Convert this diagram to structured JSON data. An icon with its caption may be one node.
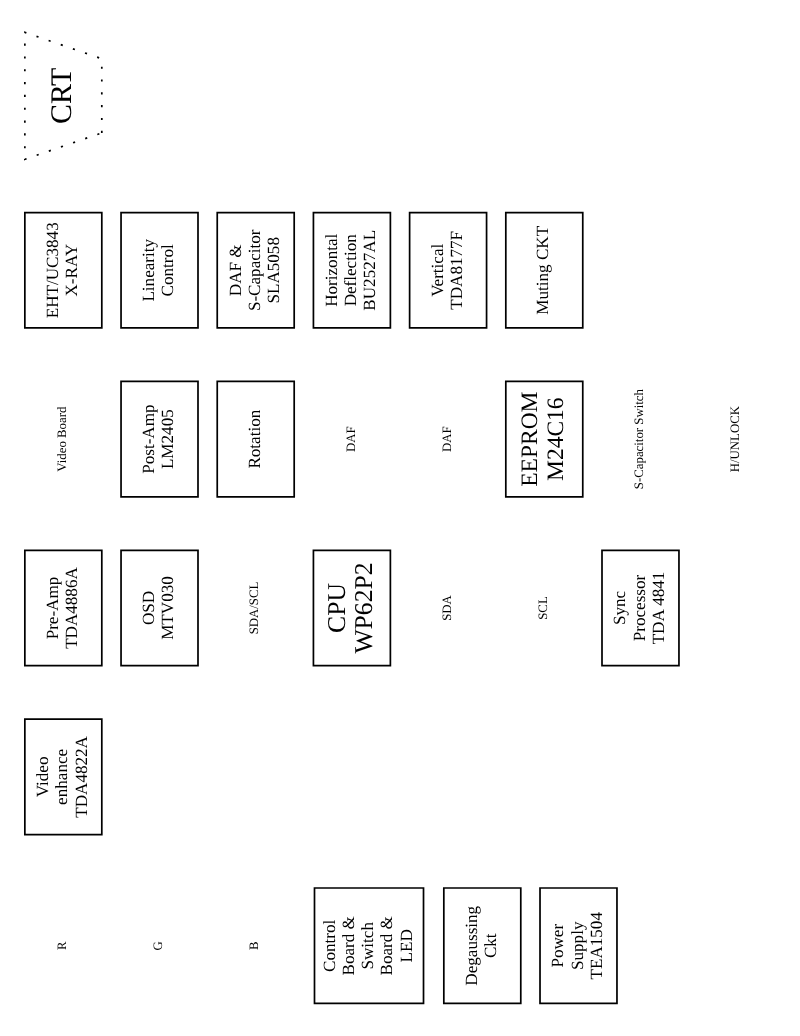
{
  "diagram": {
    "nodes": [
      {
        "text": [
          "Control Board & Switch Board & LED"
        ]
      },
      {
        "text": [
          "Video enhance TDA4822A"
        ]
      },
      {
        "text": [
          "Pre-Amp TDA4886A"
        ]
      },
      {
        "text": [
          "Post-Amp LM2405"
        ]
      },
      {
        "text": [
          "CRT"
        ]
      },
      {
        "text": [
          "OSD MTV030"
        ]
      },
      {
        "text": [
          "Rotation"
        ]
      },
      {
        "text": [
          "EHT/UC3843 X-RAY"
        ]
      },
      {
        "text": [
          "Linearity Control"
        ]
      },
      {
        "text": [
          "CPU WP62P2"
        ]
      },
      {
        "text": [
          "EEPROM M24C16"
        ]
      },
      {
        "text": [
          "DAF & S-Capacitor SLA5058"
        ]
      },
      {
        "text": [
          "Horizontal Deflection BU2527AL"
        ]
      },
      {
        "text": [
          "Vertical TDA8177F"
        ]
      },
      {
        "text": [
          "Muting CKT"
        ]
      },
      {
        "text": [
          "Sync Processor TDA 4841"
        ]
      },
      {
        "text": [
          "Degaussing Ckt"
        ]
      },
      {
        "text": [
          "Power Supply TEA1504"
        ]
      }
    ],
    "labels": [
      "Video Board",
      "R",
      "G",
      "B",
      "SDA/SCL",
      "SDA",
      "SCL",
      "DAF",
      "DAF",
      "S-Capacitor Switch",
      "H/UNLOCK"
    ]
  }
}
